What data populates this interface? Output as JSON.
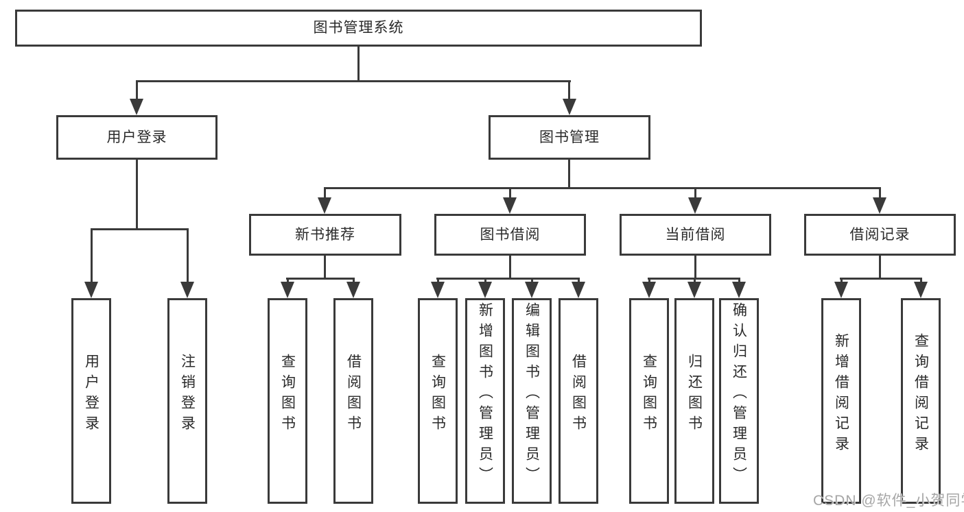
{
  "diagram": {
    "tree": {
      "label": "图书管理系统",
      "children": [
        {
          "label": "用户登录",
          "children": [
            {
              "label": "用户登录"
            },
            {
              "label": "注销登录"
            }
          ]
        },
        {
          "label": "图书管理",
          "children": [
            {
              "label": "新书推荐",
              "children": [
                {
                  "label": "查询图书"
                },
                {
                  "label": "借阅图书"
                }
              ]
            },
            {
              "label": "图书借阅",
              "children": [
                {
                  "label": "查询图书"
                },
                {
                  "label": "新增图书（管理员）"
                },
                {
                  "label": "编辑图书（管理员）"
                },
                {
                  "label": "借阅图书"
                }
              ]
            },
            {
              "label": "当前借阅",
              "children": [
                {
                  "label": "查询图书"
                },
                {
                  "label": "归还图书"
                },
                {
                  "label": "确认归还（管理员）"
                }
              ]
            },
            {
              "label": "借阅记录",
              "children": [
                {
                  "label": "新增借阅记录"
                },
                {
                  "label": "查询借阅记录"
                }
              ]
            }
          ]
        }
      ]
    },
    "watermark": {
      "text": "CSDN @软件_小贺同学"
    },
    "colors": {
      "line": "#3a3a3a",
      "text": "#2a2a2a",
      "watermark": "#a6a6a6",
      "background": "#ffffff"
    }
  }
}
